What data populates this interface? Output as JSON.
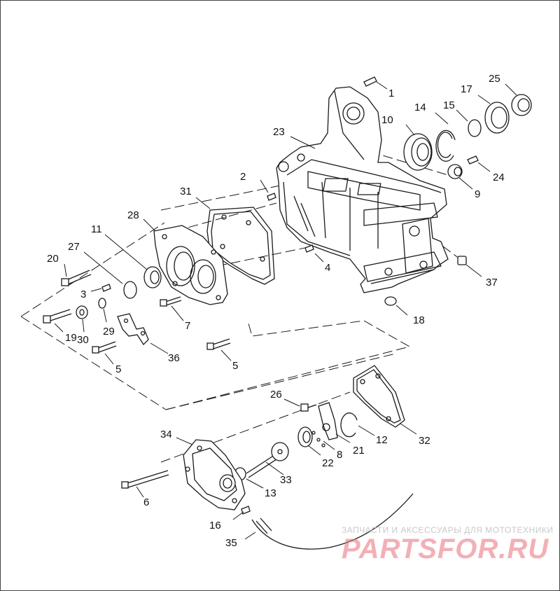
{
  "diagram": {
    "callouts": [
      {
        "id": "c1",
        "text": "1"
      },
      {
        "id": "c2",
        "text": "2"
      },
      {
        "id": "c3",
        "text": "3"
      },
      {
        "id": "c4",
        "text": "4"
      },
      {
        "id": "c5a",
        "text": "5"
      },
      {
        "id": "c5b",
        "text": "5"
      },
      {
        "id": "c6",
        "text": "6"
      },
      {
        "id": "c7",
        "text": "7"
      },
      {
        "id": "c8",
        "text": "8"
      },
      {
        "id": "c9",
        "text": "9"
      },
      {
        "id": "c10",
        "text": "10"
      },
      {
        "id": "c11",
        "text": "11"
      },
      {
        "id": "c12",
        "text": "12"
      },
      {
        "id": "c13",
        "text": "13"
      },
      {
        "id": "c14",
        "text": "14"
      },
      {
        "id": "c15",
        "text": "15"
      },
      {
        "id": "c16",
        "text": "16"
      },
      {
        "id": "c17",
        "text": "17"
      },
      {
        "id": "c18",
        "text": "18"
      },
      {
        "id": "c19",
        "text": "19"
      },
      {
        "id": "c20",
        "text": "20"
      },
      {
        "id": "c21",
        "text": "21"
      },
      {
        "id": "c22",
        "text": "22"
      },
      {
        "id": "c23",
        "text": "23"
      },
      {
        "id": "c24",
        "text": "24"
      },
      {
        "id": "c25",
        "text": "25"
      },
      {
        "id": "c26",
        "text": "26"
      },
      {
        "id": "c27",
        "text": "27"
      },
      {
        "id": "c28",
        "text": "28"
      },
      {
        "id": "c29",
        "text": "29"
      },
      {
        "id": "c30",
        "text": "30"
      },
      {
        "id": "c31",
        "text": "31"
      },
      {
        "id": "c32",
        "text": "32"
      },
      {
        "id": "c33",
        "text": "33"
      },
      {
        "id": "c34",
        "text": "34"
      },
      {
        "id": "c35",
        "text": "35"
      },
      {
        "id": "c36",
        "text": "36"
      },
      {
        "id": "c37",
        "text": "37"
      }
    ]
  },
  "watermark": {
    "tagline": "ЗАПЧАСТИ И АКСЕССУАРЫ ДЛЯ МОТОТЕХНИКИ",
    "brand": "PARTSFOR.RU",
    "brand_color": "#e8707c"
  }
}
